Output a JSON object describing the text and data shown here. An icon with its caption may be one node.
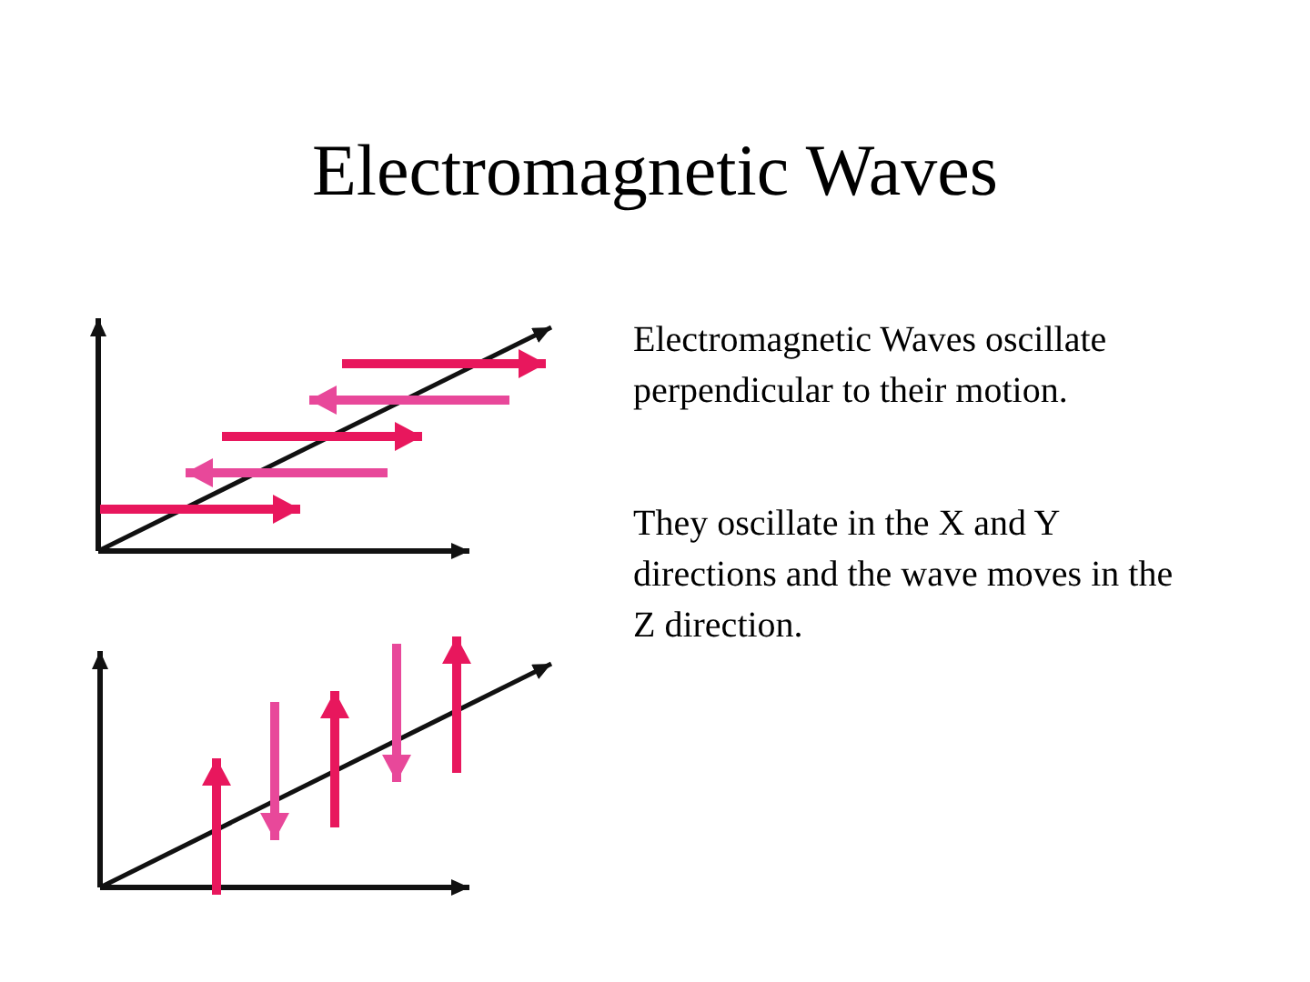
{
  "diagram": {
    "title": "Electromagnetic Waves",
    "labels": [
      "Electromagnetic Waves oscillate perpendicular to their motion.",
      "They oscillate in the X and Y directions and the wave moves in the Z direction."
    ]
  }
}
